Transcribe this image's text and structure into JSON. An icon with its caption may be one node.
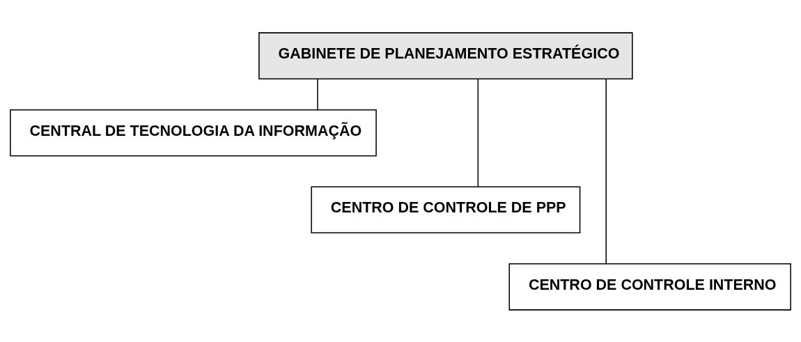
{
  "diagram": {
    "nodes": [
      {
        "text": [
          "GABINETE DE PLANEJAMENTO ESTRATÉGICO"
        ]
      },
      {
        "text": [
          "CENTRAL DE TECNOLOGIA DA INFORMAÇÃO"
        ]
      },
      {
        "text": [
          "CENTRO DE CONTROLE DE PPP"
        ]
      },
      {
        "text": [
          "CENTRO DE CONTROLE INTERNO"
        ]
      }
    ],
    "edges": [
      {
        "from": 0,
        "to": 1,
        "arrow": "none"
      },
      {
        "from": 0,
        "to": 2,
        "arrow": "none"
      },
      {
        "from": 0,
        "to": 3,
        "arrow": "none"
      }
    ]
  }
}
